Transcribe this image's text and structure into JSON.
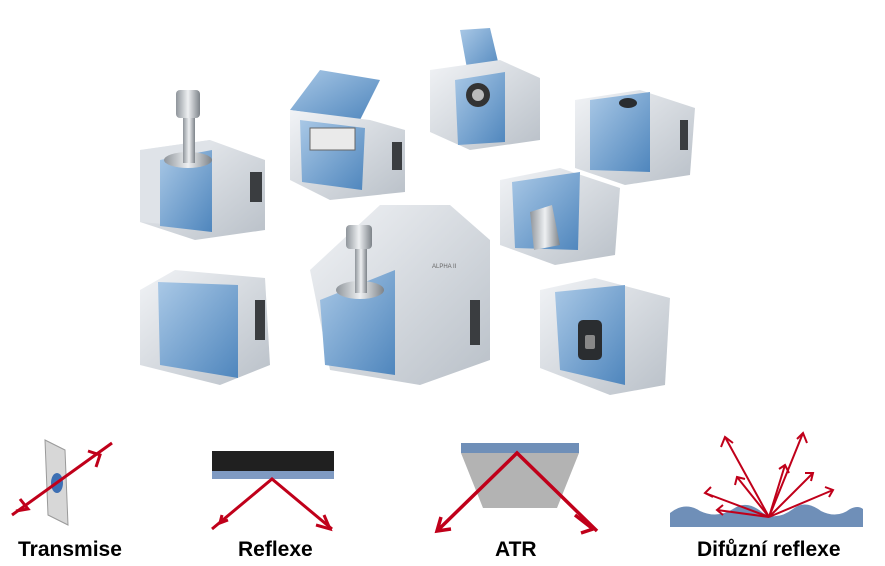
{
  "photo": {
    "description_icon": "ftir-spectrometer-modules-icon",
    "device_label": "ALPHA II"
  },
  "diagrams": [
    {
      "label": "Transmise",
      "icon": "transmission-icon"
    },
    {
      "label": "Reflexe",
      "icon": "reflection-icon"
    },
    {
      "label": "ATR",
      "icon": "atr-icon"
    },
    {
      "label": "Difůzní reflexe",
      "icon": "diffuse-reflection-icon"
    }
  ],
  "colors": {
    "ray": "#c0001a",
    "module_blue": "#6f9fcb",
    "module_grey": "#d9dde2",
    "surface_blue": "#6f8fb8",
    "mirror_black": "#202020"
  }
}
